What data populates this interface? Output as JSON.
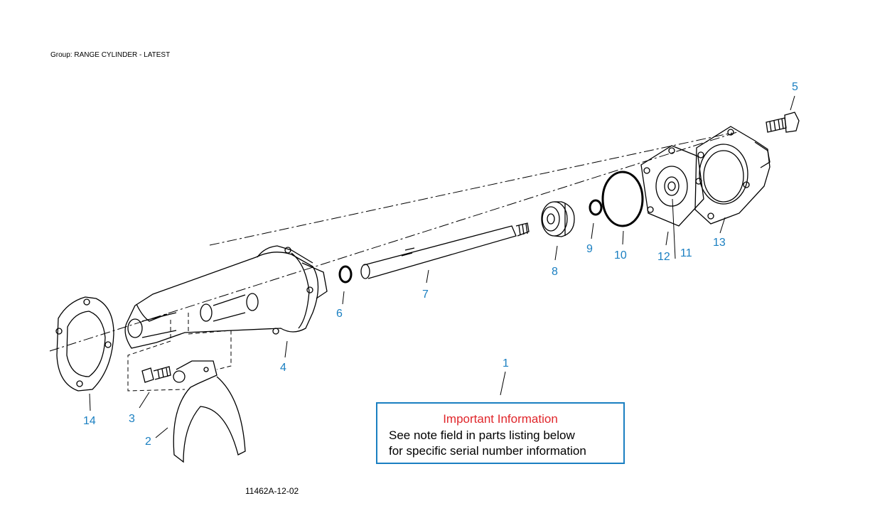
{
  "group_title": "Group: RANGE CYLINDER - LATEST",
  "figure_code": "11462A-12-02",
  "info_box": {
    "title": "Important Information",
    "line1": "See note field in parts listing below",
    "line2": "for specific serial number information"
  },
  "callouts": [
    "1",
    "2",
    "3",
    "4",
    "5",
    "6",
    "7",
    "8",
    "9",
    "10",
    "11",
    "12",
    "13",
    "14"
  ],
  "colors": {
    "callout": "#1a7fc1",
    "info_title": "#e0262b",
    "line": "#000000"
  }
}
